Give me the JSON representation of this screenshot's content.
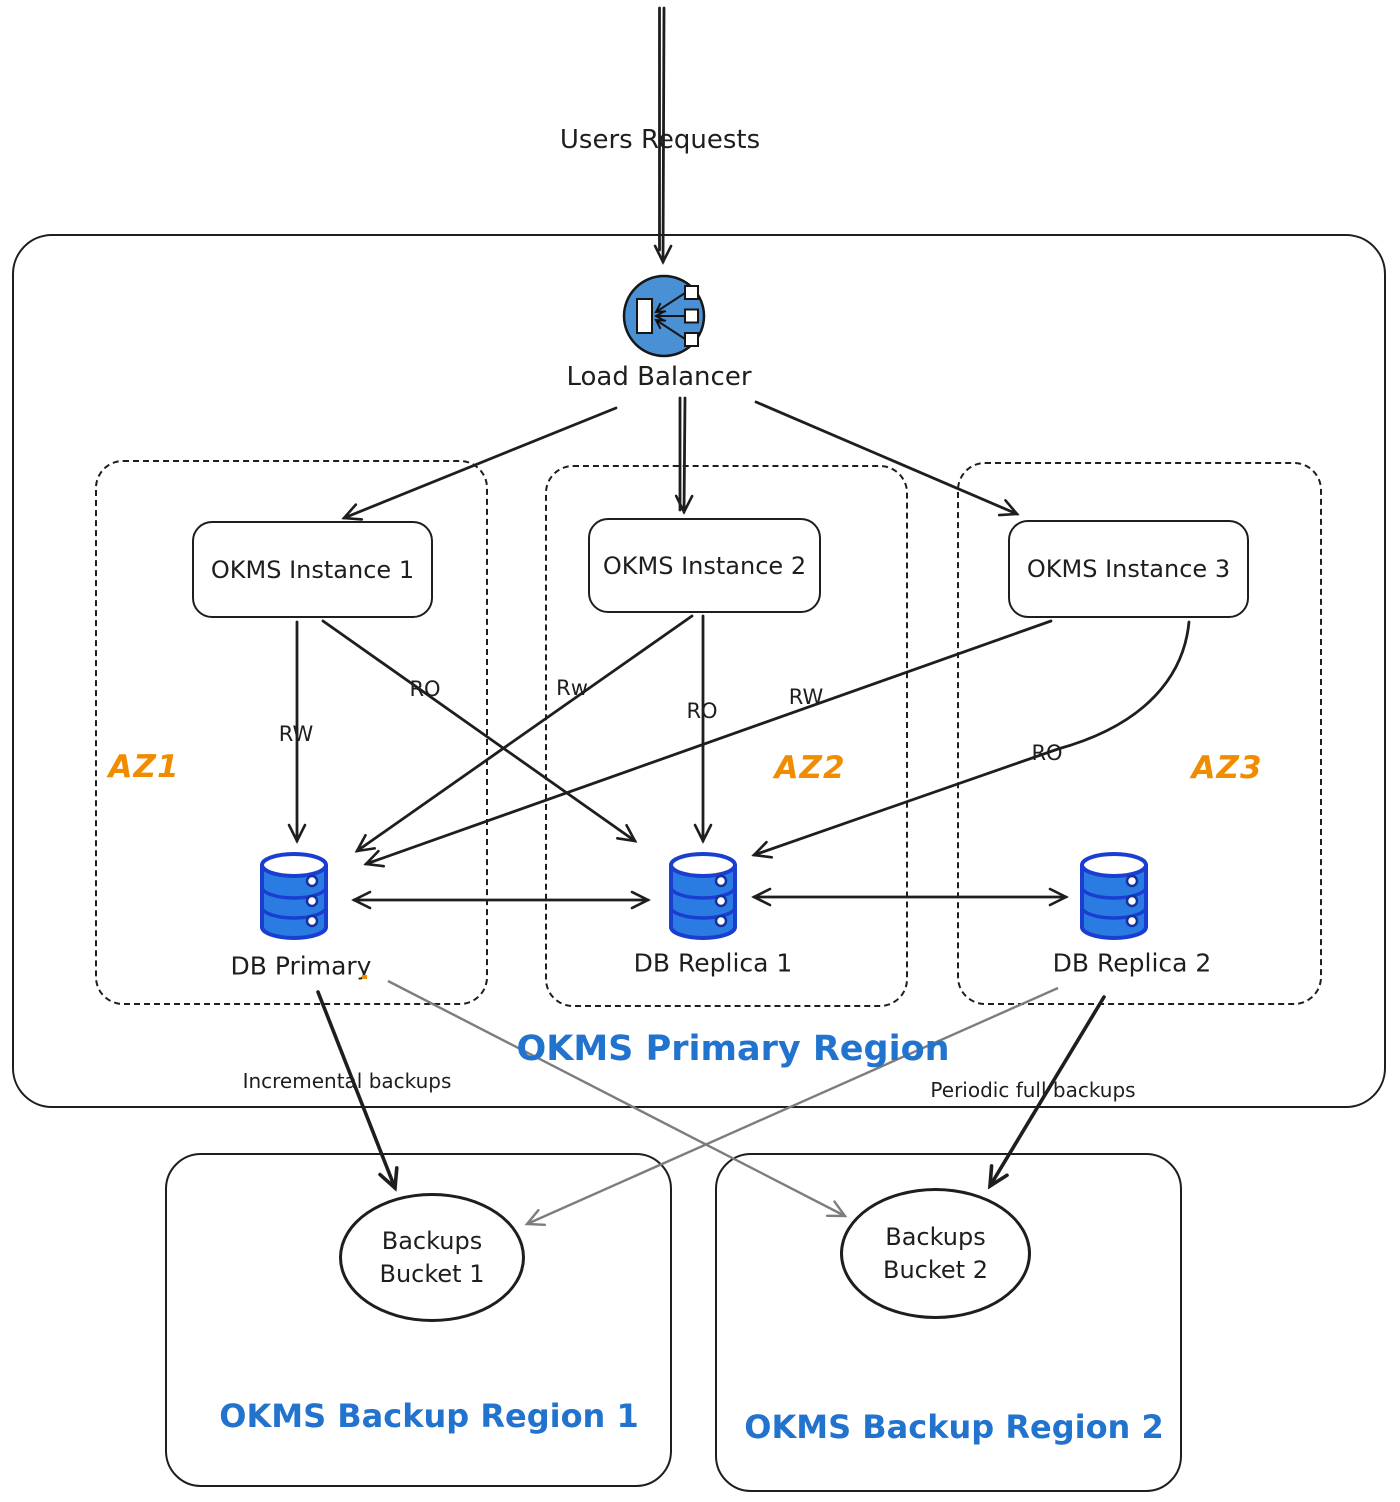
{
  "flow": {
    "users_requests_label": "Users Requests",
    "load_balancer_label": "Load Balancer"
  },
  "primary_region": {
    "label": "OKMS Primary Region",
    "zones": [
      {
        "name": "AZ1",
        "instance_label": "OKMS Instance 1",
        "db_label": "DB Primary"
      },
      {
        "name": "AZ2",
        "instance_label": "OKMS Instance 2",
        "db_label": "DB Replica 1"
      },
      {
        "name": "AZ3",
        "instance_label": "OKMS Instance 3",
        "db_label": "DB Replica 2"
      }
    ],
    "edge_labels": {
      "instance1_rw": "RW",
      "instance1_ro": "RO",
      "instance2_rw": "Rw",
      "instance2_ro": "RO",
      "instance3_rw": "RW",
      "instance3_ro": "RO"
    }
  },
  "backup": {
    "incremental_label": "Incremental backups",
    "periodic_label": "Periodic full backups",
    "regions": [
      {
        "label": "OKMS Backup Region 1",
        "bucket": {
          "line1": "Backups",
          "line2": "Bucket 1"
        }
      },
      {
        "label": "OKMS Backup Region 2",
        "bucket": {
          "line1": "Backups",
          "line2": "Bucket 2"
        }
      }
    ]
  },
  "colors": {
    "ink": "#1e1e1e",
    "accent_blue": "#2173cd",
    "accent_orange": "#f08c00",
    "db_fill": "#2b7ce2",
    "db_stroke": "#1a3ecf",
    "lb_fill": "#4a90d5",
    "gray_connector": "#7d7d7d"
  }
}
